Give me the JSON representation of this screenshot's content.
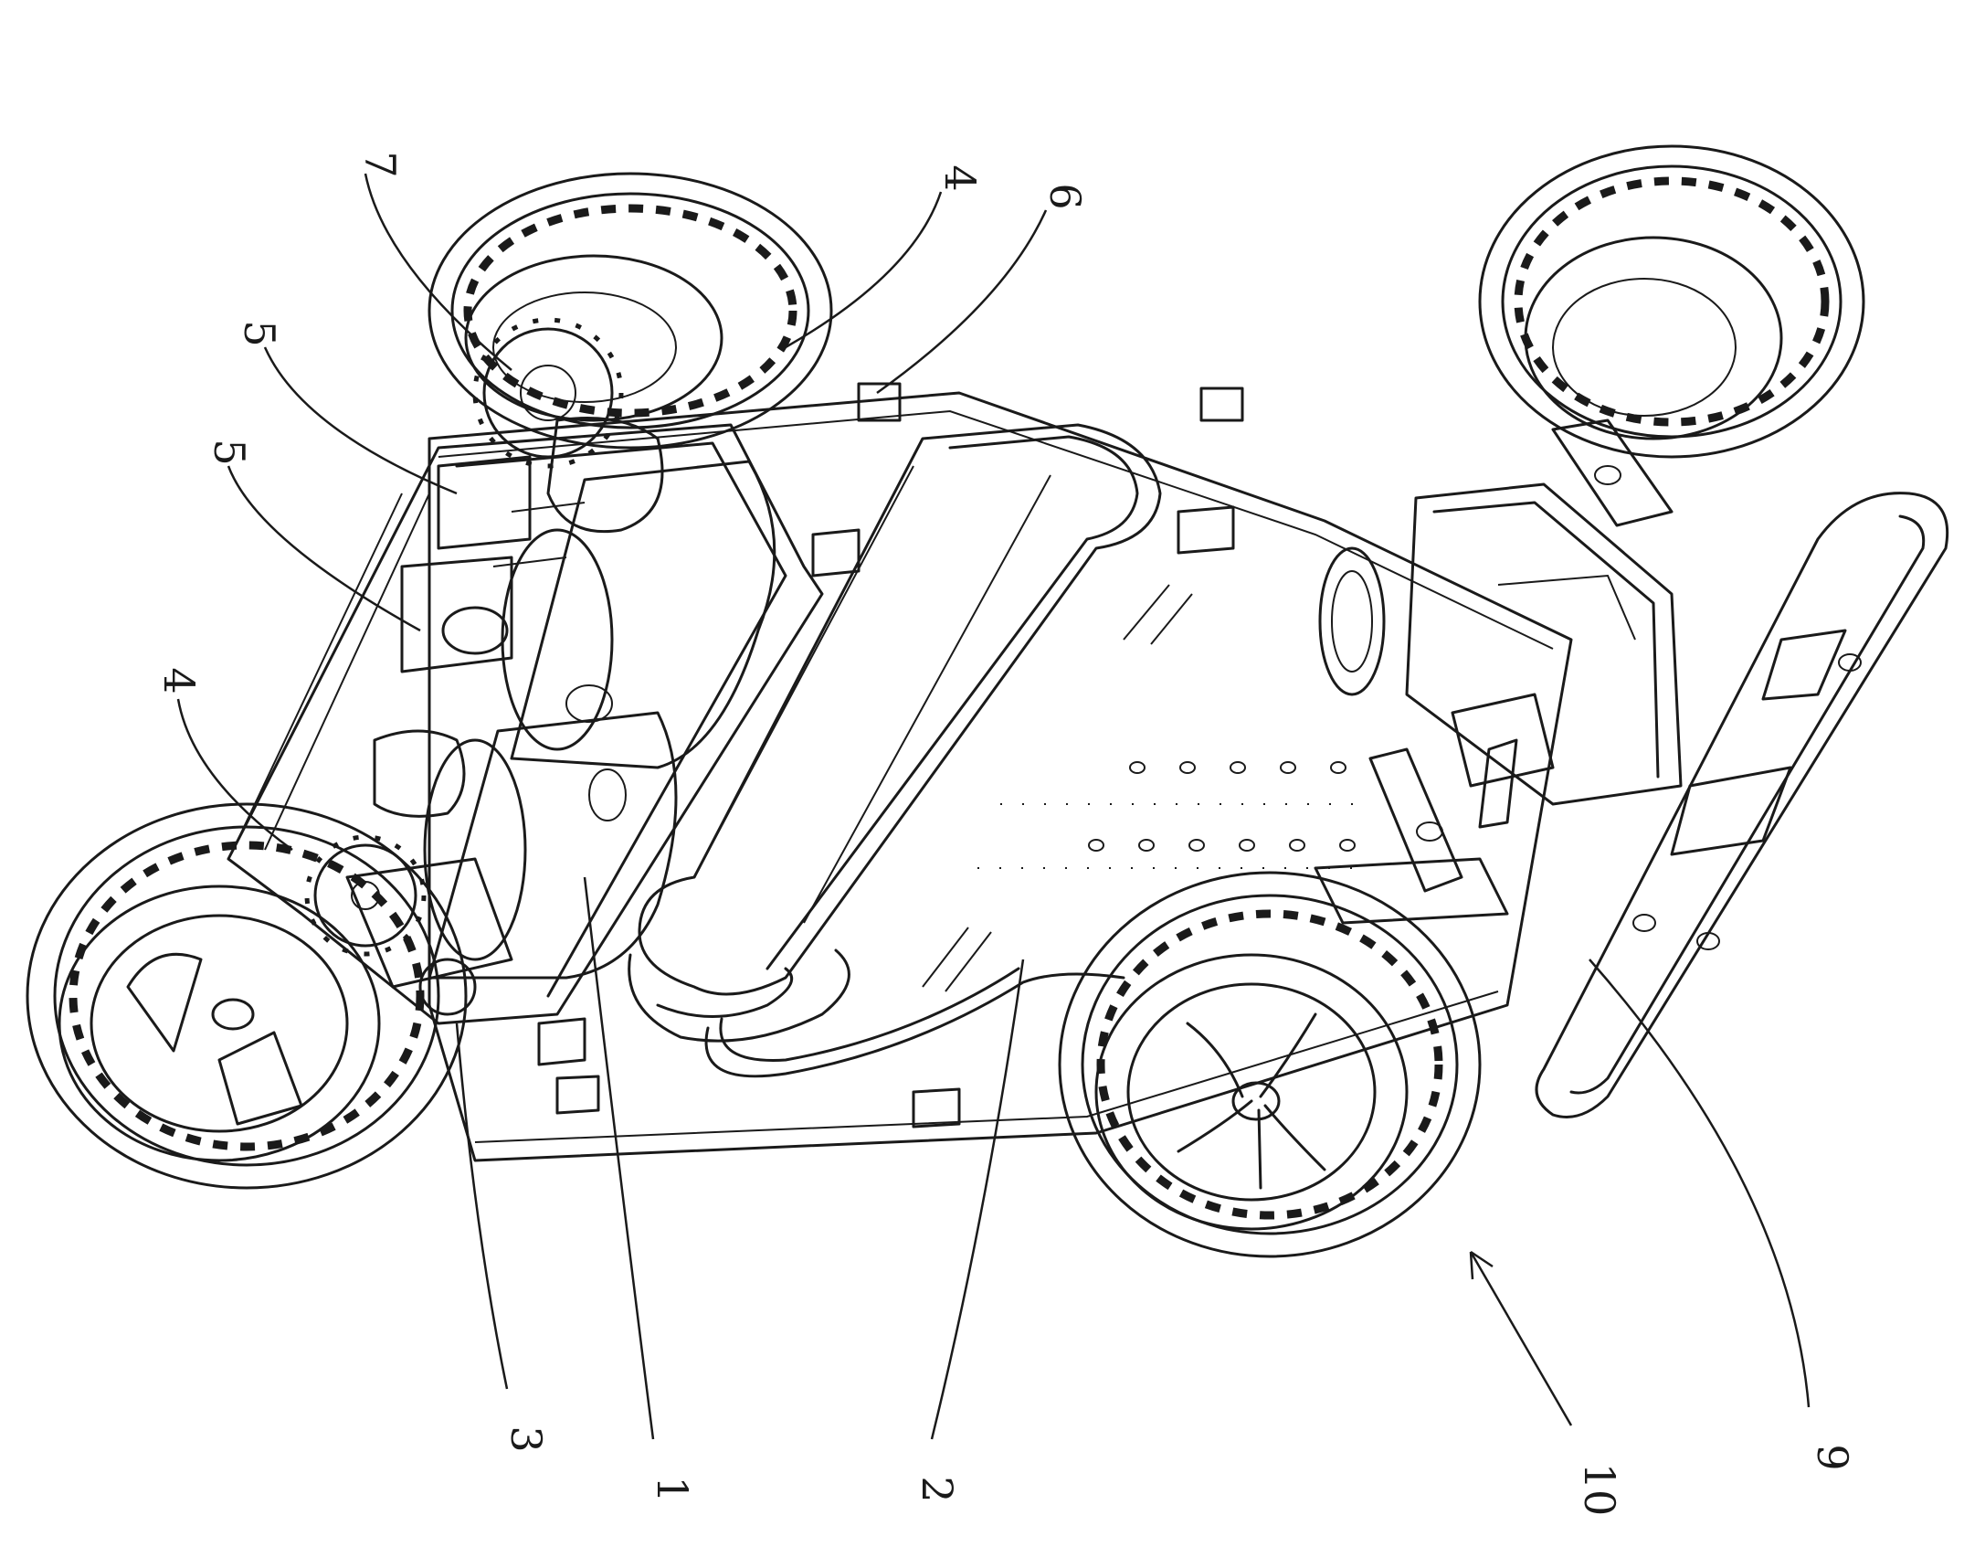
{
  "figure": {
    "stroke_color": "#1a1a1a",
    "background": "#ffffff"
  },
  "labels": {
    "l1": "1",
    "l2": "2",
    "l3": "3",
    "l4_top": "4",
    "l4_left": "4",
    "l5_top": "5",
    "l5_mid": "5",
    "l6": "6",
    "l7": "7",
    "l9": "9",
    "l10": "10"
  }
}
